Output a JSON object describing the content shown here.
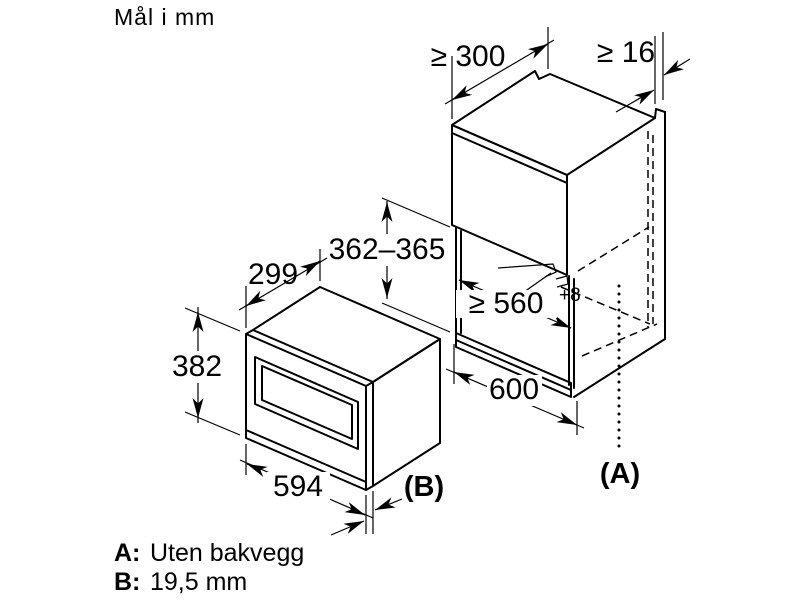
{
  "title": "Mål i mm",
  "oven": {
    "depth": "299",
    "height": "382",
    "width": "594",
    "door_gap_label": "(B)"
  },
  "cabinet": {
    "top_depth": "≥ 300",
    "side_panel_thickness": "≥ 16",
    "niche_height": "362–365",
    "niche_width": "≥ 560",
    "niche_width_tolerance": "+8",
    "bottom_width": "600",
    "back_label": "(A)"
  },
  "legend": {
    "a_key": "A:",
    "a_value": "Uten bakvegg",
    "b_key": "B:",
    "b_value": "19,5 mm"
  }
}
